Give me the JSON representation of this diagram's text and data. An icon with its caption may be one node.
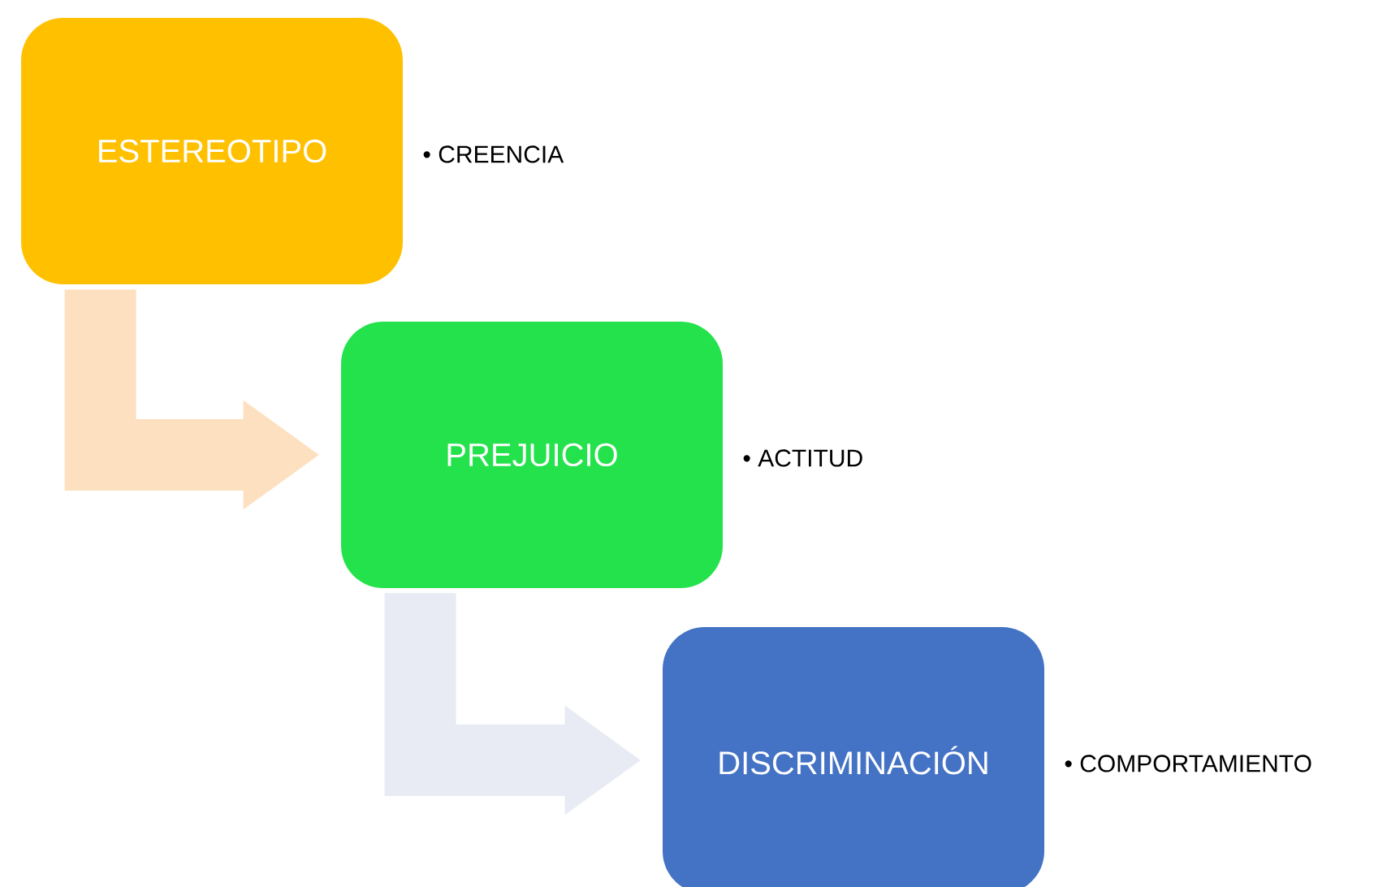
{
  "diagram": {
    "nodes": [
      {
        "text": [
          "ESTEREOTIPO"
        ],
        "beside": [
          "• CREENCIA"
        ]
      },
      {
        "text": [
          "PREJUICIO"
        ],
        "beside": [
          "• ACTITUD"
        ]
      },
      {
        "text": [
          "DISCRIMINACIÓN"
        ],
        "beside": [
          "• COMPORTAMIENTO"
        ]
      }
    ],
    "edges": [
      {
        "from": 0,
        "to": 1,
        "arrow": "to",
        "color": "#fde0bf"
      },
      {
        "from": 1,
        "to": 2,
        "arrow": "to",
        "color": "#e8eaf4"
      }
    ]
  }
}
